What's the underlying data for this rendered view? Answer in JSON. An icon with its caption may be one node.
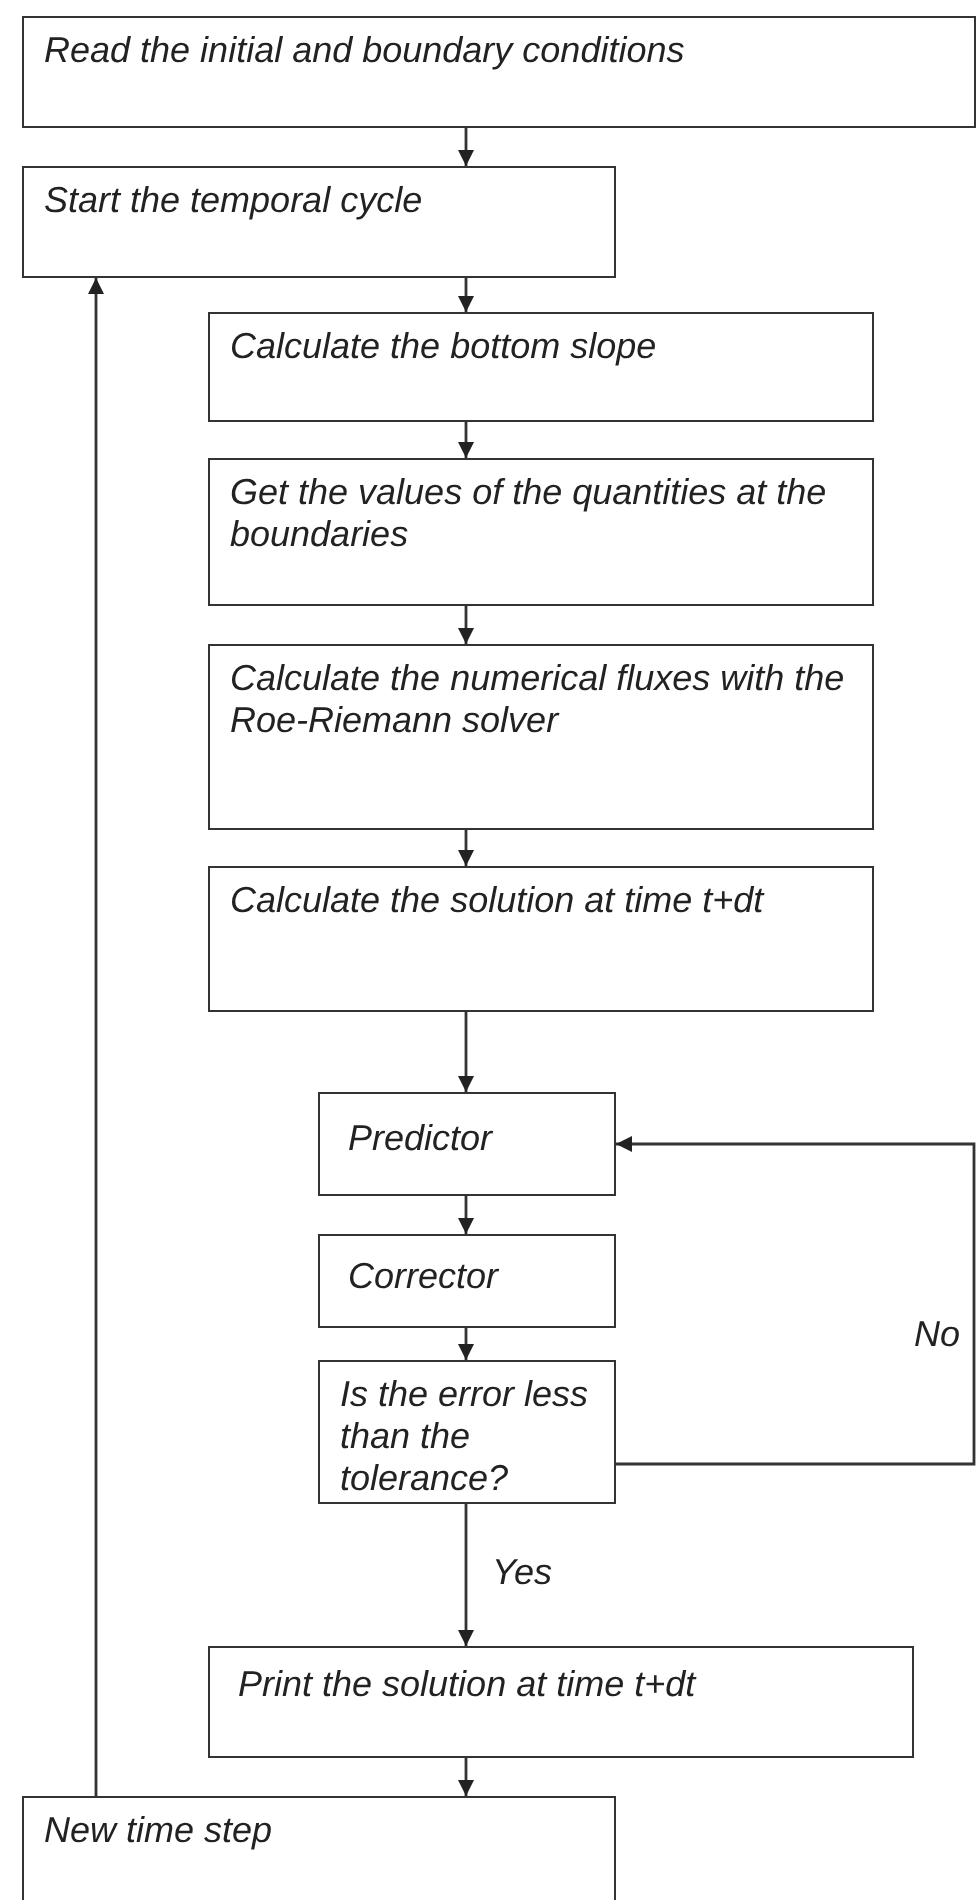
{
  "diagram": {
    "nodes": [
      {
        "text": [
          "Read the initial and boundary conditions"
        ]
      },
      {
        "text": [
          "Start the temporal cycle"
        ]
      },
      {
        "text": [
          "Calculate the bottom slope"
        ]
      },
      {
        "text": [
          "Get the values of the quantities at the boundaries"
        ]
      },
      {
        "text": [
          "Calculate the numerical fluxes with the Roe-Riemann solver"
        ]
      },
      {
        "text": [
          "Calculate the solution at time t+dt"
        ]
      },
      {
        "text": [
          "Predictor"
        ]
      },
      {
        "text": [
          "Corrector"
        ]
      },
      {
        "text": [
          "Is the error less than the tolerance?"
        ]
      },
      {
        "text": [
          "Print the solution at time t+dt"
        ]
      },
      {
        "text": [
          "New time step"
        ]
      }
    ],
    "edges": [
      {
        "from": 0,
        "to": 1,
        "arrow": "to"
      },
      {
        "from": 1,
        "to": 2,
        "arrow": "to"
      },
      {
        "from": 2,
        "to": 3,
        "arrow": "to"
      },
      {
        "from": 3,
        "to": 4,
        "arrow": "to"
      },
      {
        "from": 4,
        "to": 5,
        "arrow": "to"
      },
      {
        "from": 5,
        "to": 6,
        "arrow": "to"
      },
      {
        "from": 6,
        "to": 7,
        "arrow": "to"
      },
      {
        "from": 7,
        "to": 8,
        "arrow": "to"
      },
      {
        "from": 8,
        "to": 9,
        "arrow": "to",
        "label": "Yes"
      },
      {
        "from": 9,
        "to": 10,
        "arrow": "to"
      },
      {
        "from": 10,
        "to": 1,
        "arrow": "to"
      },
      {
        "from": 8,
        "to": 6,
        "arrow": "to",
        "label": "No"
      }
    ]
  }
}
